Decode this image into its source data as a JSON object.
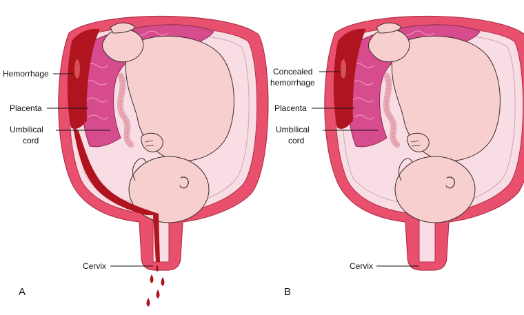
{
  "panels": [
    {
      "letter": "A",
      "labels": {
        "hemorrhage": "Hemorrhage",
        "placenta": "Placenta",
        "umbilical_line1": "Umbilical",
        "umbilical_line2": "cord",
        "cervix": "Cervix"
      }
    },
    {
      "letter": "B",
      "labels": {
        "hemorrhage_line1": "Concealed",
        "hemorrhage_line2": "hemorrhage",
        "placenta": "Placenta",
        "umbilical_line1": "Umbilical",
        "umbilical_line2": "cord",
        "cervix": "Cervix"
      }
    }
  ],
  "colors": {
    "uterine_wall": "#e8506e",
    "uterine_cavity": "#f9dde4",
    "placenta": "#d64c8c",
    "blood": "#b0141e",
    "fetus_skin": "#f7cfcf"
  }
}
